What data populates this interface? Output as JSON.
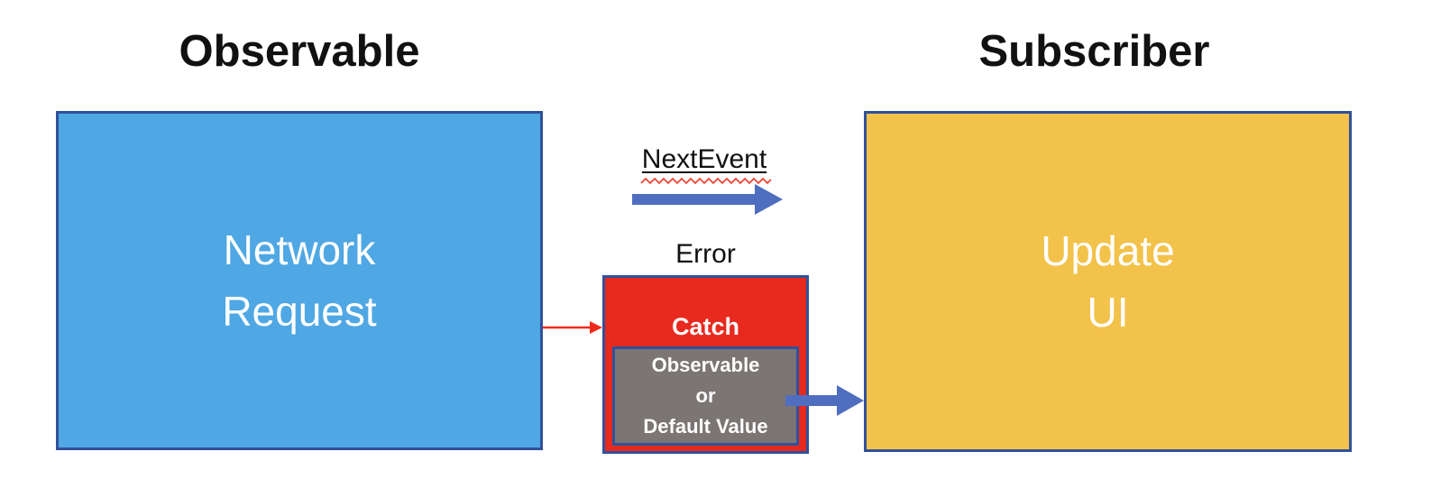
{
  "titles": {
    "left": "Observable",
    "right": "Subscriber"
  },
  "boxes": {
    "network_request": {
      "lines": [
        "Network",
        "Request"
      ],
      "fill": "#4FA7E3"
    },
    "update_ui": {
      "lines": [
        "Update",
        "UI"
      ],
      "fill": "#F2C24A"
    },
    "catch": {
      "label": "Catch",
      "fill": "#E8291D"
    },
    "fallback": {
      "lines": [
        "Observable",
        "or",
        "Default Value"
      ],
      "fill": "#7B7573"
    }
  },
  "labels": {
    "next_event": "NextEvent",
    "error": "Error"
  },
  "icons": {
    "next_event_arrow": "right-arrow",
    "error_arrow": "thin-right-arrow",
    "catch_result_arrow": "right-arrow",
    "spellcheck_squiggle": "red-wavy-underline"
  },
  "colors": {
    "box_border": "#31519B",
    "arrow_blue": "#4F6EBF",
    "arrow_red": "#EF2A1C",
    "squiggle_red": "#EF4533",
    "title_text": "#111111",
    "box_text": "#FFFFFF",
    "background": "#FFFFFF"
  }
}
